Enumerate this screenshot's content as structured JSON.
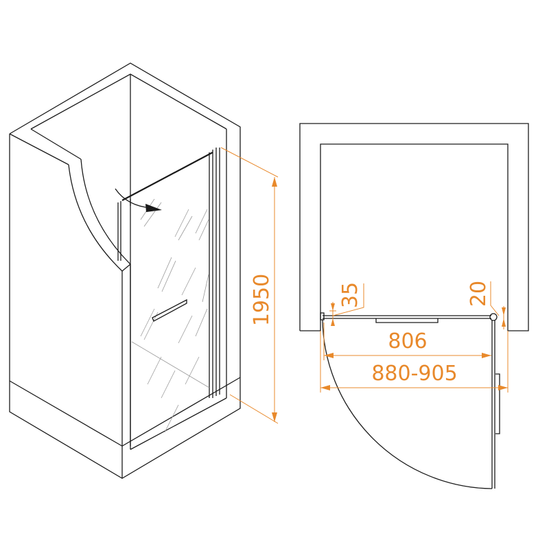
{
  "dimensions": {
    "height": "1950",
    "door_width": "806",
    "opening_range": "880-905",
    "left_profile": "35",
    "right_profile": "20"
  },
  "colors": {
    "dimension": "#e8892b",
    "line": "#1a1a1a"
  }
}
